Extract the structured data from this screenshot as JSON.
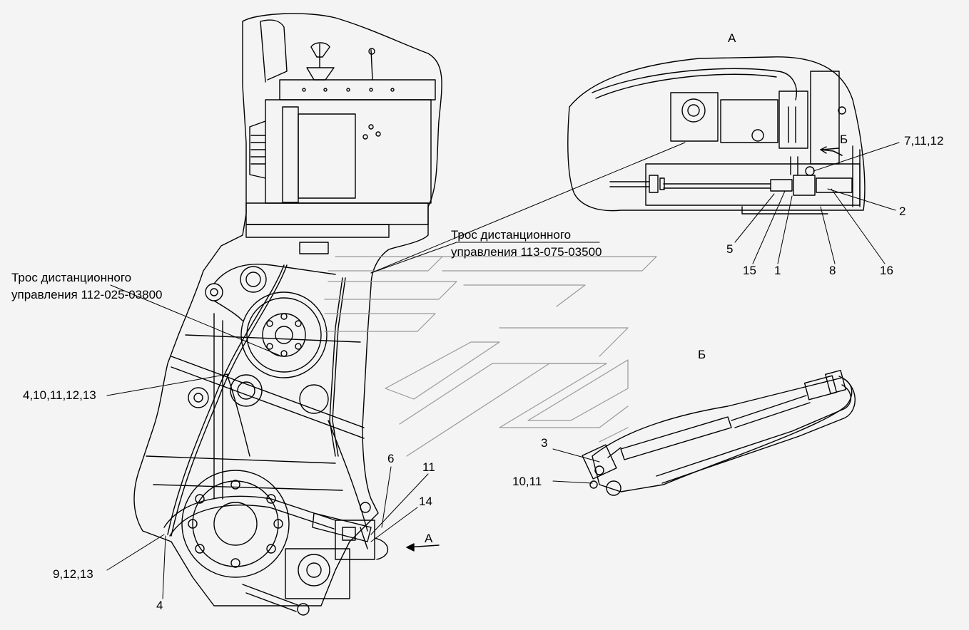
{
  "views": {
    "view_a_title": "А",
    "view_b_title": "Б",
    "arrow_a": "А",
    "arrow_b": "Б"
  },
  "callouts": {
    "cable_113_line1": "Трос дистанционного",
    "cable_113_line2": "управления 113-075-03500",
    "cable_112_line1": "Трос дистанционного",
    "cable_112_line2": "управления 112-025-03800",
    "c_4_10_11_12_13": "4,10,11,12,13",
    "c_9_12_13": "9,12,13",
    "c_4": "4",
    "c_6": "6",
    "c_11": "11",
    "c_14": "14",
    "c_7_11_12": "7,11,12",
    "c_2": "2",
    "c_5": "5",
    "c_15": "15",
    "c_1": "1",
    "c_8": "8",
    "c_16": "16",
    "c_3": "3",
    "c_10_11": "10,11"
  }
}
